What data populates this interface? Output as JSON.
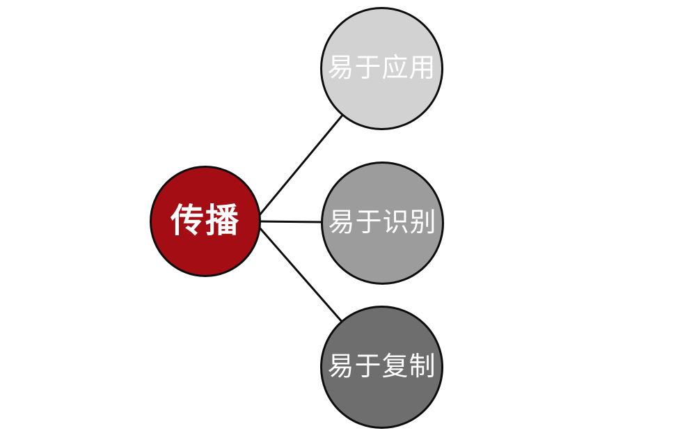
{
  "diagram": {
    "background": "#ffffff",
    "line_color": "#0d0d0d",
    "line_width": "3",
    "root": {
      "label": "传播",
      "fill": "#a50d15",
      "text_color": "#ffffff"
    },
    "branches": [
      {
        "label": "易于应用",
        "fill": "#d2d2d2",
        "text_color": "#ffffff"
      },
      {
        "label": "易于识别",
        "fill": "#9c9c9c",
        "text_color": "#ffffff"
      },
      {
        "label": "易于复制",
        "fill": "#6e6e6e",
        "text_color": "#ffffff"
      }
    ]
  }
}
